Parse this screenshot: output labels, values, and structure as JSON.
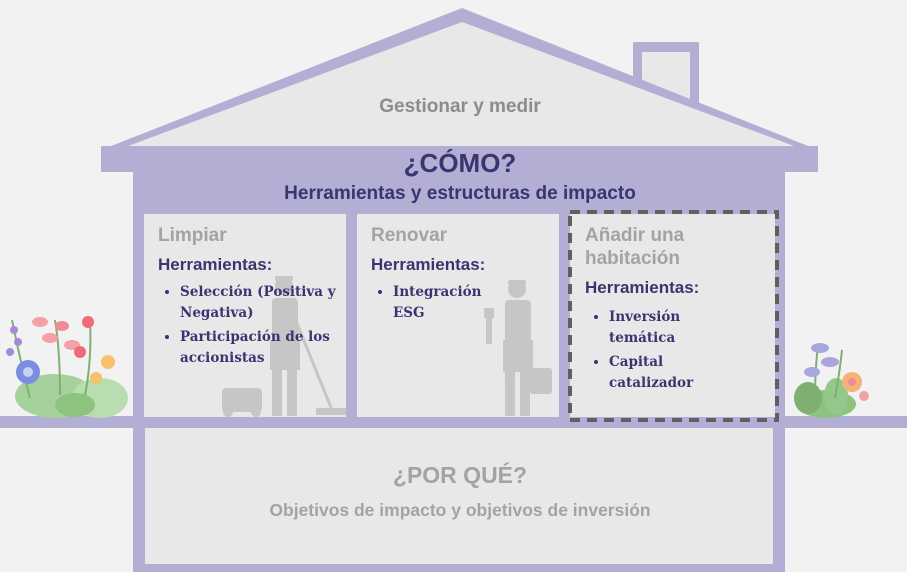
{
  "roof": {
    "label": "Gestionar y medir"
  },
  "how": {
    "heading": "¿CÓMO?",
    "subheading": "Herramientas y estructuras de impacto"
  },
  "rooms": [
    {
      "title": "Limpiar",
      "tools_heading": "Herramientas:",
      "tools": [
        "Selección (Positiva y Negativa)",
        "Participación de los accionistas"
      ]
    },
    {
      "title": "Renovar",
      "tools_heading": "Herramientas:",
      "tools": [
        "Integración ESG"
      ]
    },
    {
      "title": "Añadir una habitación",
      "tools_heading": "Herramientas:",
      "tools": [
        "Inversión temática",
        "Capital catalizador"
      ]
    }
  ],
  "why": {
    "heading": "¿POR QUÉ?",
    "subheading": "Objetivos de impacto y objetivos de inversión"
  },
  "colors": {
    "house_frame": "#b3aed4",
    "room_fill": "#e8e8e8",
    "accent_text": "#3a3470",
    "muted_text": "#a3a3a3",
    "dashed_border": "#606060"
  }
}
